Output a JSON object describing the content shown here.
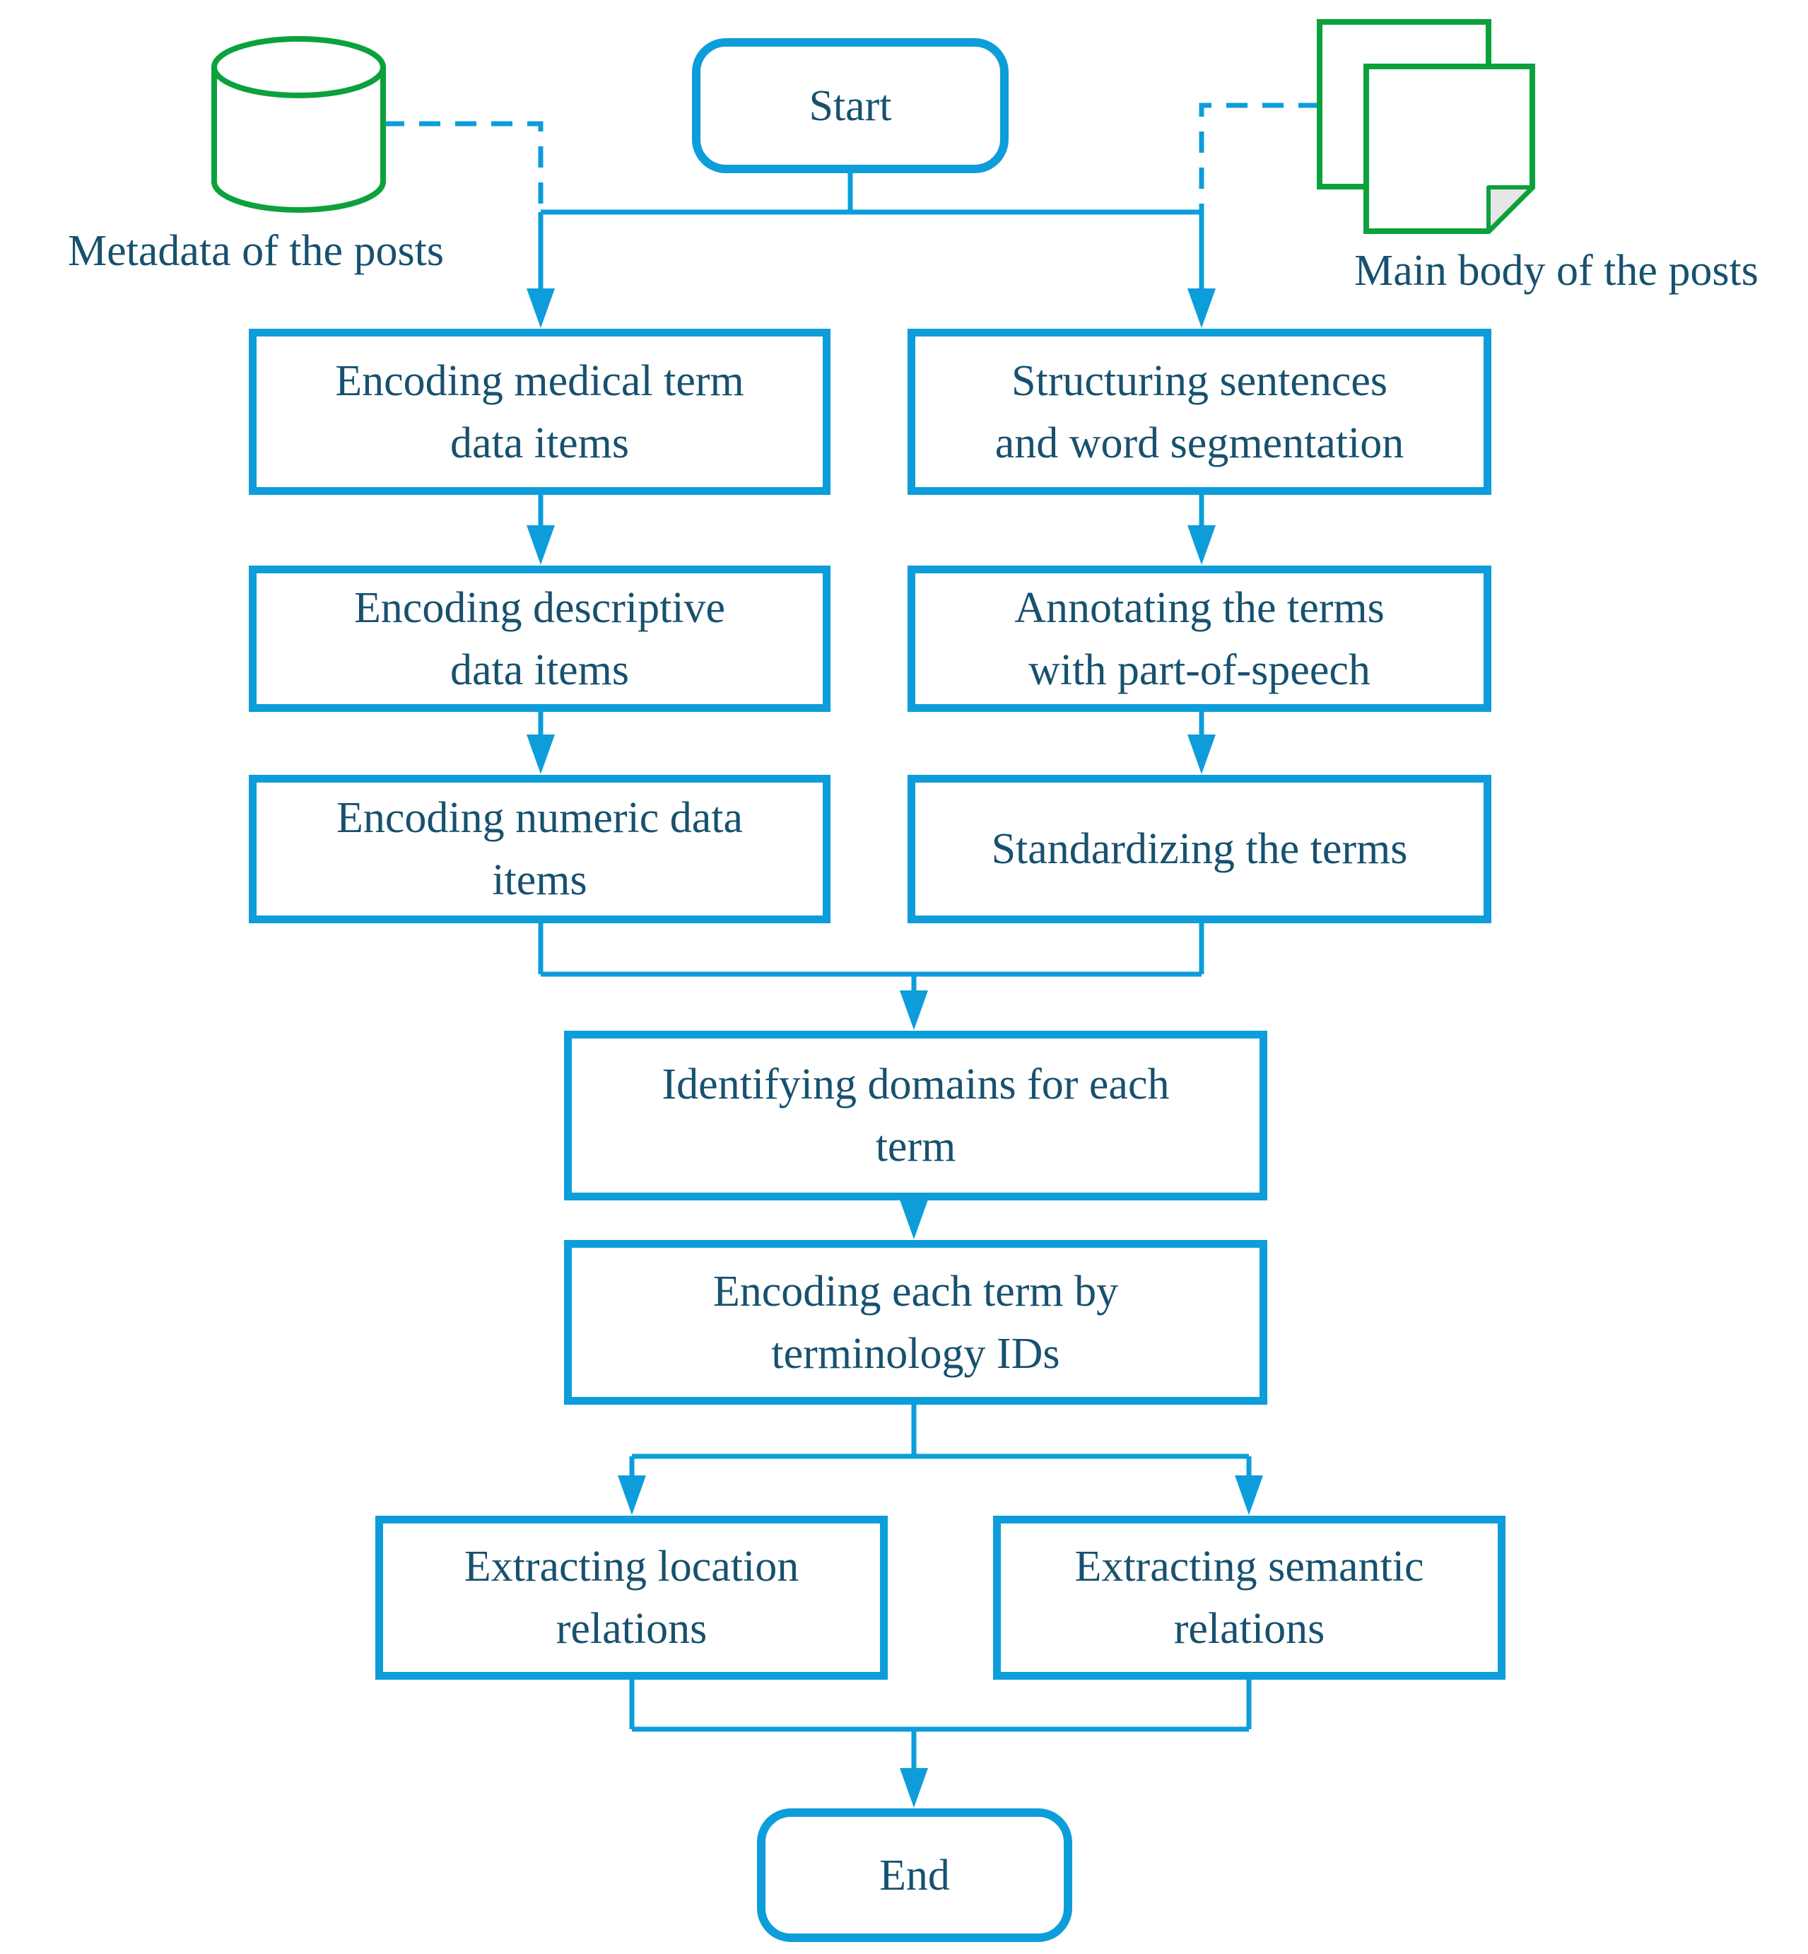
{
  "flowchart": {
    "start_label": "Start",
    "end_label": "End",
    "inputs": {
      "metadata": {
        "label": "Metadata of the posts",
        "icon": "database-cylinder-icon"
      },
      "main_body": {
        "label": "Main body of the posts",
        "icon": "stacked-documents-icon"
      }
    },
    "left_branch": {
      "steps": [
        "Encoding medical term\ndata items",
        "Encoding descriptive\ndata items",
        "Encoding numeric data\nitems"
      ]
    },
    "right_branch": {
      "steps": [
        "Structuring sentences\nand word segmentation",
        "Annotating the terms\nwith part-of-speech",
        "Standardizing the terms"
      ]
    },
    "merged_steps": [
      "Identifying domains for each\nterm",
      "Encoding each term by\nterminology IDs"
    ],
    "parallel_outputs": [
      "Extracting location\nrelations",
      "Extracting semantic\nrelations"
    ]
  },
  "colors": {
    "connector_blue": "#0d9ddb",
    "icon_green": "#0ca13c",
    "text_navy": "#17516f",
    "fold_grey": "#e6e6e6",
    "background": "#ffffff"
  }
}
